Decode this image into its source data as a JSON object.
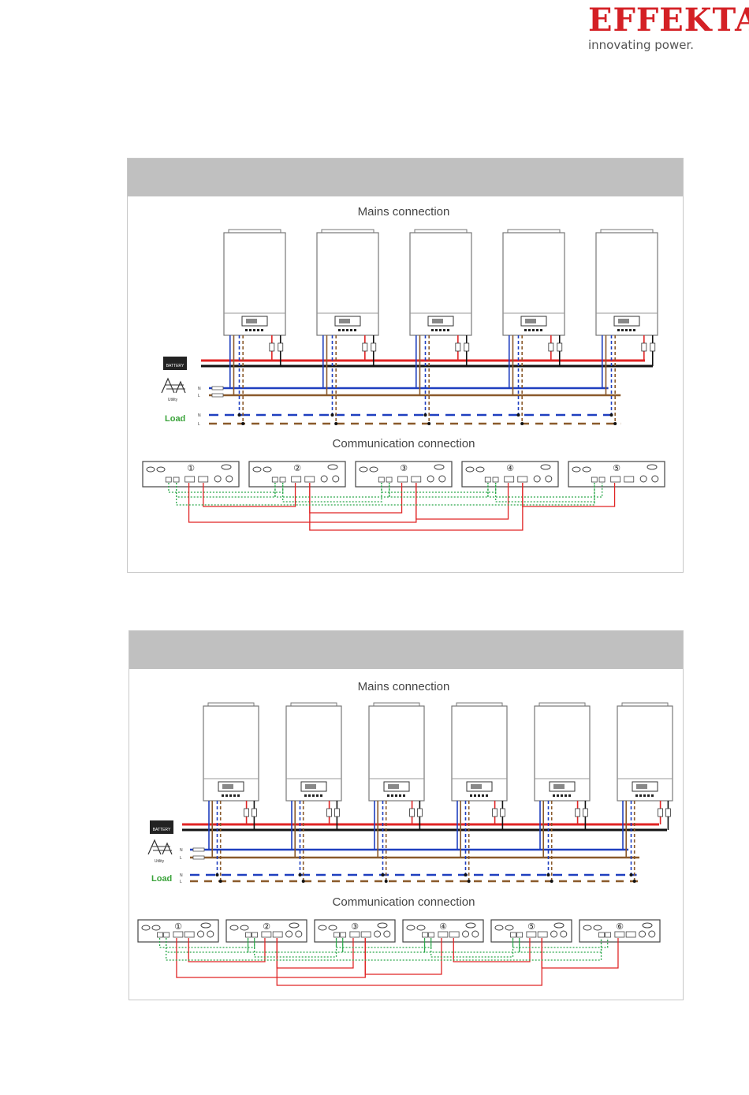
{
  "brand": {
    "name": "EFFEKTA",
    "tagline": "innovating power.",
    "color": "#d42025"
  },
  "colors": {
    "battery_pos": "#e02424",
    "battery_neg": "#111111",
    "ac_n": "#1f3fbf",
    "ac_l": "#8a5a2b",
    "load_n": "#1f3fbf",
    "load_l": "#8a5a2b",
    "comm_green": "#2aa84a",
    "comm_red": "#e02424",
    "panel_header": "#c0c0c0"
  },
  "labels": {
    "battery": "BATTERY",
    "utility": "Utility",
    "load": "Load",
    "n": "N",
    "l": "L"
  },
  "diagrams": [
    {
      "id": "five-unit",
      "mains_title": "Mains connection",
      "comm_title": "Communication connection",
      "unit_labels": [
        "①",
        "②",
        "③",
        "④",
        "⑤"
      ]
    },
    {
      "id": "six-unit",
      "mains_title": "Mains connection",
      "comm_title": "Communication connection",
      "unit_labels": [
        "①",
        "②",
        "③",
        "④",
        "⑤",
        "⑥"
      ]
    }
  ]
}
